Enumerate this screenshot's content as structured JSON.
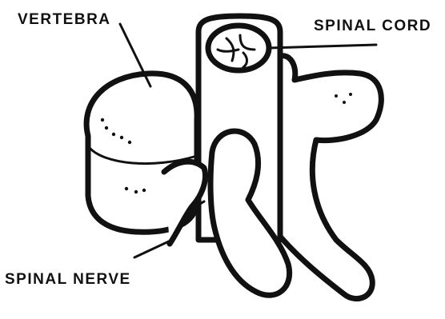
{
  "labels": {
    "vertebra": "VERTEBRA",
    "spinal_cord": "SPINAL CORD",
    "spinal_nerve": "SPINAL NERVE"
  },
  "colors": {
    "ink": "#111111",
    "paper": "#ffffff"
  }
}
